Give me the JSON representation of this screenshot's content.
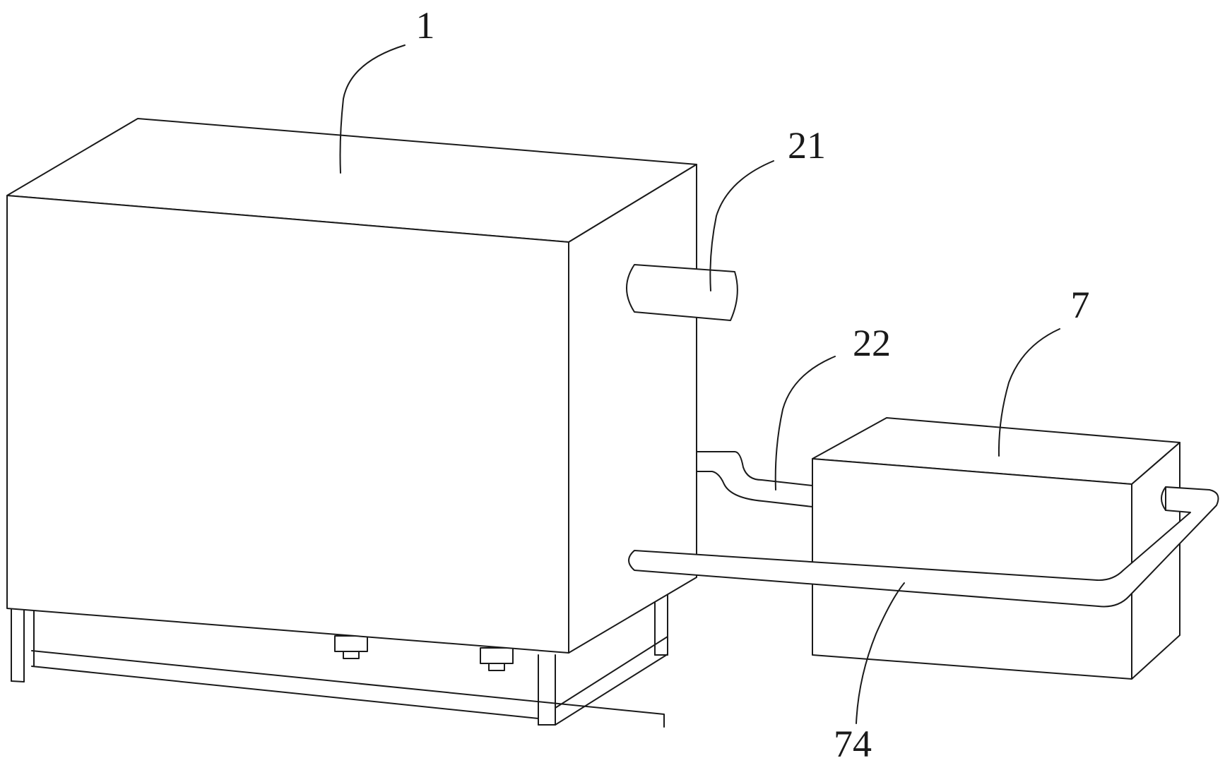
{
  "labels": {
    "tank": "1",
    "upper_pipe": "21",
    "lower_pipe": "22",
    "small_box": "7",
    "return_pipe": "74"
  }
}
